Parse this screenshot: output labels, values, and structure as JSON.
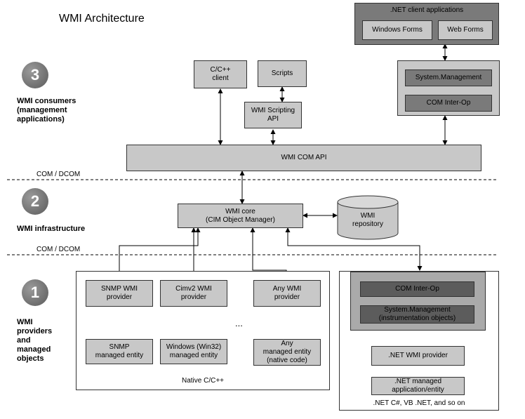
{
  "title": "WMI Architecture",
  "separators": {
    "top": "COM / DCOM",
    "bottom": "COM / DCOM"
  },
  "layers": [
    {
      "number": "3",
      "label": "WMI consumers\n(management\napplications)"
    },
    {
      "number": "2",
      "label": "WMI infrastructure"
    },
    {
      "number": "1",
      "label": "WMI\nproviders\nand\nmanaged\nobjects"
    }
  ],
  "dotnet_clients": {
    "title": ".NET client applications",
    "windows_forms": "Windows Forms",
    "web_forms": "Web Forms"
  },
  "consumers": {
    "c_client": "C/C++\nclient",
    "scripts": "Scripts",
    "scripting_api": "WMI Scripting API",
    "system_management": "System.Management",
    "com_interop": "COM Inter-Op",
    "com_api": "WMI COM API"
  },
  "infrastructure": {
    "core": "WMI core\n(CIM Object Manager)",
    "repository": "WMI\nrepository"
  },
  "native": {
    "caption": "Native C/C++",
    "snmp_provider": "SNMP WMI\nprovider",
    "cimv2_provider": "Cimv2 WMI\nprovider",
    "any_provider": "Any WMI\nprovider",
    "ellipsis": "...",
    "snmp_entity": "SNMP\nmanaged entity",
    "windows_entity": "Windows (Win32)\nmanaged entity",
    "any_entity": "Any\nmanaged entity\n(native code)"
  },
  "managed": {
    "caption": ".NET C#, VB .NET, and so on",
    "com_interop": "COM Inter-Op",
    "system_management": "System.Management\n(instrumentation objects)",
    "net_provider": ".NET WMI provider",
    "net_app": ".NET managed\napplication/entity"
  }
}
